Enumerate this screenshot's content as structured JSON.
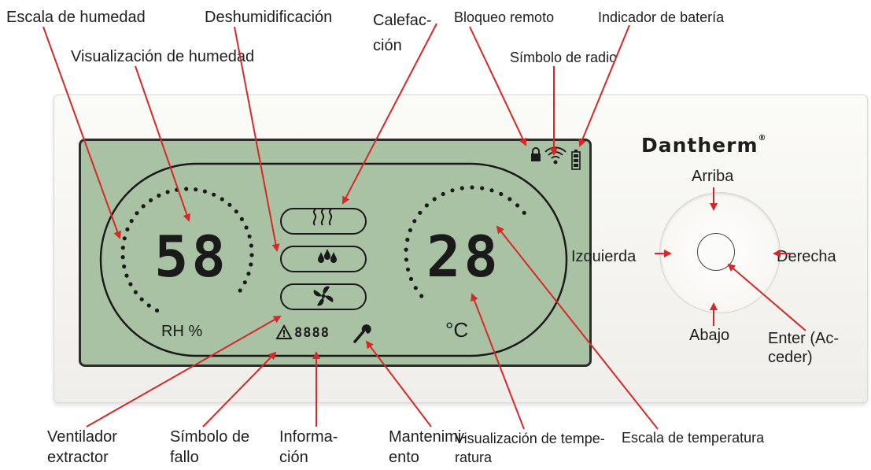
{
  "brand": {
    "name": "Dantherm",
    "mark": "®"
  },
  "display": {
    "humidity": "58",
    "humidity_unit": "RH %",
    "temperature": "28",
    "temperature_unit": "°C",
    "info_digits": "8888"
  },
  "labels": {
    "escala_humedad": "Escala de humedad",
    "visualizacion_humedad": "Visualización de humedad",
    "deshumidificacion": "Deshumidificación",
    "calefaccion": "Calefac-\nción",
    "bloqueo_remoto": "Bloqueo remoto",
    "indicador_bateria": "Indicador de batería",
    "simbolo_radio": "Símbolo de radio",
    "arriba": "Arriba",
    "izquierda": "Izquierda",
    "derecha": "Derecha",
    "abajo": "Abajo",
    "enter": "Enter (Ac-\nceder)",
    "ventilador_extractor": "Ventilador\nextractor",
    "simbolo_fallo": "Símbolo de\nfallo",
    "informacion": "Informa-\nción",
    "mantenimiento": "Manteni­mi-\nento",
    "visualizacion_temperatura": "Visualización de tempe-\nratura",
    "escala_temperatura": "Escala de temperatura"
  },
  "colors": {
    "arrow": "#d62828",
    "lcd": "#a9c2a3",
    "segment": "#1a1a1a"
  },
  "icons": [
    "lock-icon",
    "radio-icon",
    "battery-icon",
    "heating-icon",
    "dehumidify-icon",
    "fan-icon",
    "warning-icon",
    "wrench-icon"
  ]
}
